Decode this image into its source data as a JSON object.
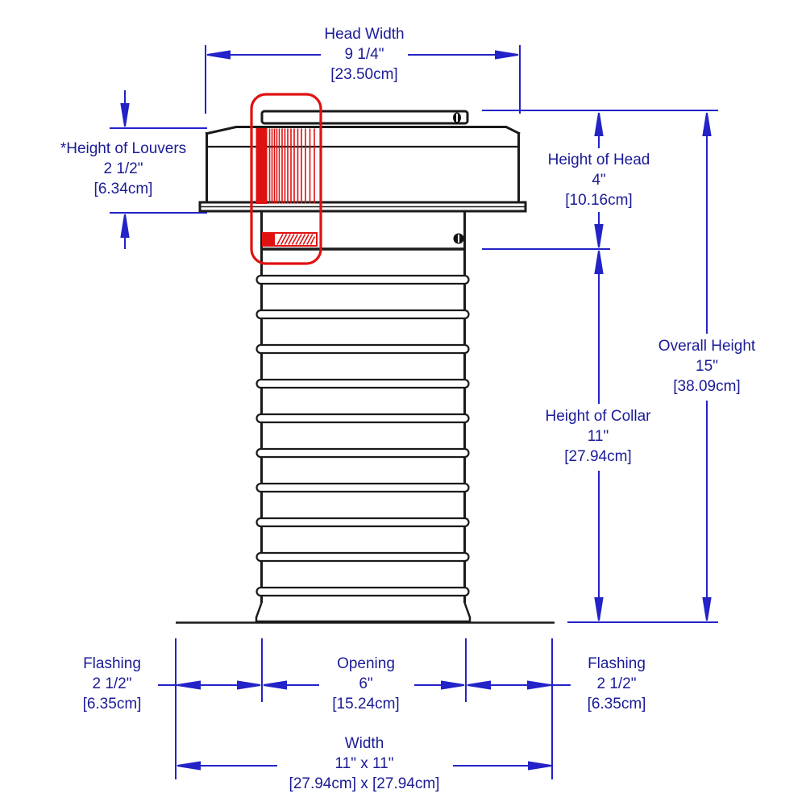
{
  "drawing": {
    "type": "technical-dimension-diagram",
    "subject": "roof vent with louvered head, ribbed collar and base flashing"
  },
  "colors": {
    "dimension_blue": "#2323c8",
    "text_navy": "#1b1b97",
    "highlight_red": "#e01111",
    "line_black": "#1a1a1a",
    "background": "#ffffff"
  },
  "dimensions": {
    "head_width": {
      "label": "Head Width",
      "inches": "9 1/4\"",
      "metric": "[23.50cm]"
    },
    "height_of_louvers": {
      "label": "*Height of Louvers",
      "inches": "2 1/2\"",
      "metric": "[6.34cm]"
    },
    "height_of_head": {
      "label": "Height of Head",
      "inches": "4\"",
      "metric": "[10.16cm]"
    },
    "overall_height": {
      "label": "Overall Height",
      "inches": "15\"",
      "metric": "[38.09cm]"
    },
    "height_of_collar": {
      "label": "Height of Collar",
      "inches": "11\"",
      "metric": "[27.94cm]"
    },
    "flashing_left": {
      "label": "Flashing",
      "inches": "2 1/2\"",
      "metric": "[6.35cm]"
    },
    "opening": {
      "label": "Opening",
      "inches": "6\"",
      "metric": "[15.24cm]"
    },
    "flashing_right": {
      "label": "Flashing",
      "inches": "2 1/2\"",
      "metric": "[6.35cm]"
    },
    "width": {
      "label": "Width",
      "inches": "11\" x 11\"",
      "metric": "[27.94cm] x [27.94cm]"
    }
  }
}
